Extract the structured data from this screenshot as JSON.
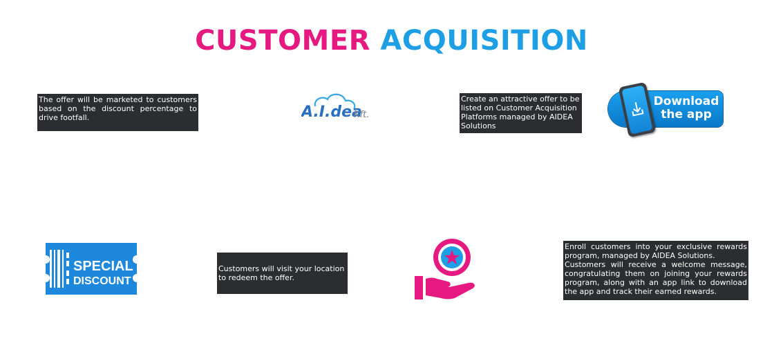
{
  "title": {
    "word1": "CUSTOMER",
    "word2": "ACQUISITION"
  },
  "colors": {
    "pink": "#e5197f",
    "blue": "#1e9fe5",
    "box": "#2c2d30"
  },
  "logo": {
    "main": "A.I.dea",
    "suffix": "Kft."
  },
  "steps": {
    "marketing": " The offer will be marketed to customers based on the discount percentage to drive footfall.",
    "create_offer": "Create an attractive offer to be listed on Customer Acquisition Platforms managed by AIDEA Solutions",
    "visit": "Customers will visit your location to redeem the offer.",
    "enroll_p1": "Enroll customers into your exclusive rewards program, managed by AIDEA Solutions.",
    "enroll_p2": "Customers will receive a welcome message, congratulating them on joining your rewards program, along with an app link to download the app and track their earned rewards."
  },
  "download_badge": {
    "line1": "Download",
    "line2": "the app",
    "icon": "download-phone-icon"
  },
  "ticket": {
    "line1": "SPECIAL",
    "line2": "DISCOUNT",
    "icon": "ticket-icon"
  },
  "rewards_icon": "hand-star-icon"
}
